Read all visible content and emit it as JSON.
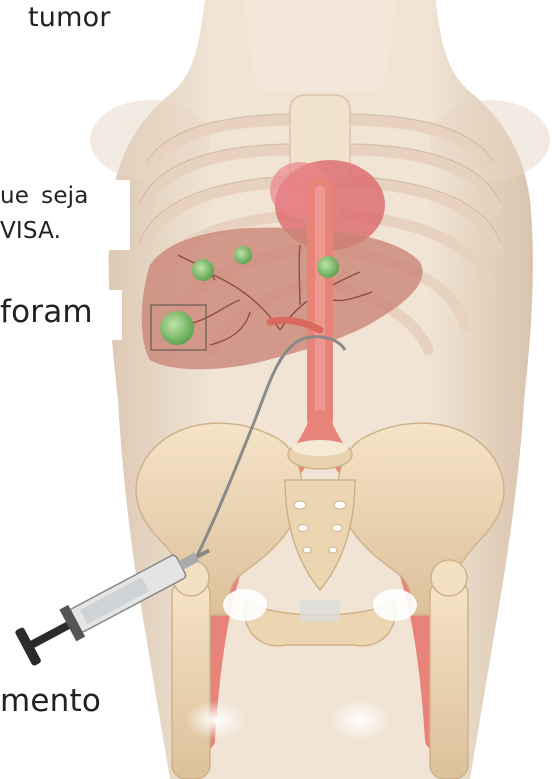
{
  "slide_text": {
    "line1": "tumor",
    "line2_word1": "ue",
    "line2_word2": "seja",
    "line3": "VISA.",
    "line4": "foram",
    "line5": "mento"
  },
  "colors": {
    "skin": "#eedfce",
    "skin_shadow": "#d8c4ad",
    "bone": "#efd9b8",
    "bone_shadow": "#d9bb8f",
    "artery": "#e8837a",
    "artery_dark": "#c9594f",
    "liver": "#c98476",
    "heart": "#d96a6e",
    "tumor": "#7fbf6a",
    "catheter": "#8a8a8a",
    "syringe_plunger": "#2b2b2b"
  },
  "illustration": {
    "subject": "liver-tumor-catheter-anatomy",
    "tumor_count": 4
  }
}
